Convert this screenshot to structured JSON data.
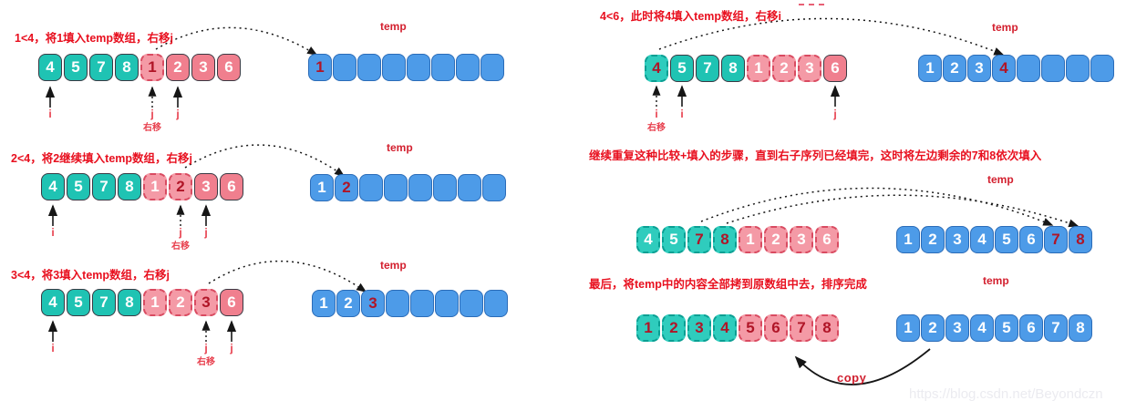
{
  "pointers": {
    "i": "i",
    "j": "j",
    "shift": "右移"
  },
  "copy_label": "copy",
  "watermark": "https://blog.csdn.net/Beyondczn",
  "panels": {
    "step1": {
      "label": "1<4，将1填入temp数组，右移j",
      "temp_label": "temp",
      "array": [
        {
          "v": "4",
          "s": "teal"
        },
        {
          "v": "5",
          "s": "teal"
        },
        {
          "v": "7",
          "s": "teal"
        },
        {
          "v": "8",
          "s": "teal"
        },
        {
          "v": "1",
          "s": "pink-dr"
        },
        {
          "v": "2",
          "s": "pink"
        },
        {
          "v": "3",
          "s": "pink"
        },
        {
          "v": "6",
          "s": "pink"
        }
      ],
      "temp": [
        {
          "v": "1",
          "s": "blue-r"
        },
        {
          "v": "",
          "s": "blue"
        },
        {
          "v": "",
          "s": "blue"
        },
        {
          "v": "",
          "s": "blue"
        },
        {
          "v": "",
          "s": "blue"
        },
        {
          "v": "",
          "s": "blue"
        },
        {
          "v": "",
          "s": "blue"
        },
        {
          "v": "",
          "s": "blue"
        }
      ]
    },
    "step2": {
      "label": "2<4，将2继续填入temp数组，右移j",
      "temp_label": "temp",
      "array": [
        {
          "v": "4",
          "s": "teal"
        },
        {
          "v": "5",
          "s": "teal"
        },
        {
          "v": "7",
          "s": "teal"
        },
        {
          "v": "8",
          "s": "teal"
        },
        {
          "v": "1",
          "s": "pink-d"
        },
        {
          "v": "2",
          "s": "pink-dr"
        },
        {
          "v": "3",
          "s": "pink"
        },
        {
          "v": "6",
          "s": "pink"
        }
      ],
      "temp": [
        {
          "v": "1",
          "s": "blue"
        },
        {
          "v": "2",
          "s": "blue-r"
        },
        {
          "v": "",
          "s": "blue"
        },
        {
          "v": "",
          "s": "blue"
        },
        {
          "v": "",
          "s": "blue"
        },
        {
          "v": "",
          "s": "blue"
        },
        {
          "v": "",
          "s": "blue"
        },
        {
          "v": "",
          "s": "blue"
        }
      ]
    },
    "step3": {
      "label": "3<4，将3填入temp数组，右移j",
      "temp_label": "temp",
      "array": [
        {
          "v": "4",
          "s": "teal"
        },
        {
          "v": "5",
          "s": "teal"
        },
        {
          "v": "7",
          "s": "teal"
        },
        {
          "v": "8",
          "s": "teal"
        },
        {
          "v": "1",
          "s": "pink-d"
        },
        {
          "v": "2",
          "s": "pink-d"
        },
        {
          "v": "3",
          "s": "pink-dr"
        },
        {
          "v": "6",
          "s": "pink"
        }
      ],
      "temp": [
        {
          "v": "1",
          "s": "blue"
        },
        {
          "v": "2",
          "s": "blue"
        },
        {
          "v": "3",
          "s": "blue-r"
        },
        {
          "v": "",
          "s": "blue"
        },
        {
          "v": "",
          "s": "blue"
        },
        {
          "v": "",
          "s": "blue"
        },
        {
          "v": "",
          "s": "blue"
        },
        {
          "v": "",
          "s": "blue"
        }
      ]
    },
    "step4": {
      "label": "4<6，此时将4填入temp数组，右移i",
      "temp_label": "temp",
      "array": [
        {
          "v": "4",
          "s": "teal-dr"
        },
        {
          "v": "5",
          "s": "teal"
        },
        {
          "v": "7",
          "s": "teal"
        },
        {
          "v": "8",
          "s": "teal"
        },
        {
          "v": "1",
          "s": "pink-d"
        },
        {
          "v": "2",
          "s": "pink-d"
        },
        {
          "v": "3",
          "s": "pink-d"
        },
        {
          "v": "6",
          "s": "pink"
        }
      ],
      "temp": [
        {
          "v": "1",
          "s": "blue"
        },
        {
          "v": "2",
          "s": "blue"
        },
        {
          "v": "3",
          "s": "blue"
        },
        {
          "v": "4",
          "s": "blue-r"
        },
        {
          "v": "",
          "s": "blue"
        },
        {
          "v": "",
          "s": "blue"
        },
        {
          "v": "",
          "s": "blue"
        },
        {
          "v": "",
          "s": "blue"
        }
      ]
    },
    "step5": {
      "label": "继续重复这种比较+填入的步骤，直到右子序列已经填完，这时将左边剩余的7和8依次填入",
      "temp_label": "temp",
      "array": [
        {
          "v": "4",
          "s": "teal-d"
        },
        {
          "v": "5",
          "s": "teal-d"
        },
        {
          "v": "7",
          "s": "teal-dr"
        },
        {
          "v": "8",
          "s": "teal-dr"
        },
        {
          "v": "1",
          "s": "pink-d"
        },
        {
          "v": "2",
          "s": "pink-d"
        },
        {
          "v": "3",
          "s": "pink-d"
        },
        {
          "v": "6",
          "s": "pink-d"
        }
      ],
      "temp": [
        {
          "v": "1",
          "s": "blue"
        },
        {
          "v": "2",
          "s": "blue"
        },
        {
          "v": "3",
          "s": "blue"
        },
        {
          "v": "4",
          "s": "blue"
        },
        {
          "v": "5",
          "s": "blue"
        },
        {
          "v": "6",
          "s": "blue"
        },
        {
          "v": "7",
          "s": "blue-r"
        },
        {
          "v": "8",
          "s": "blue-r"
        }
      ]
    },
    "step6": {
      "label": "最后，将temp中的内容全部拷到原数组中去，排序完成",
      "temp_label": "temp",
      "array": [
        {
          "v": "1",
          "s": "teal-dr"
        },
        {
          "v": "2",
          "s": "teal-dr"
        },
        {
          "v": "3",
          "s": "teal-dr"
        },
        {
          "v": "4",
          "s": "teal-dr"
        },
        {
          "v": "5",
          "s": "pink-dr"
        },
        {
          "v": "6",
          "s": "pink-dr"
        },
        {
          "v": "7",
          "s": "pink-dr"
        },
        {
          "v": "8",
          "s": "pink-dr"
        }
      ],
      "temp": [
        {
          "v": "1",
          "s": "blue"
        },
        {
          "v": "2",
          "s": "blue"
        },
        {
          "v": "3",
          "s": "blue"
        },
        {
          "v": "4",
          "s": "blue"
        },
        {
          "v": "5",
          "s": "blue"
        },
        {
          "v": "6",
          "s": "blue"
        },
        {
          "v": "7",
          "s": "blue"
        },
        {
          "v": "8",
          "s": "blue"
        }
      ]
    }
  }
}
